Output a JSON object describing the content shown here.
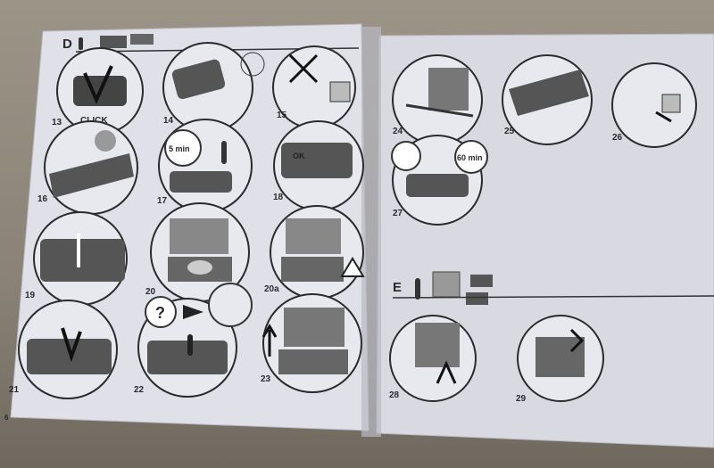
{
  "left_page": {
    "section": "D",
    "steps": [
      {
        "num": "13",
        "caption": "CLICK"
      },
      {
        "num": "14",
        "caption": ""
      },
      {
        "num": "15",
        "caption": ""
      },
      {
        "num": "16",
        "caption": ""
      },
      {
        "num": "17",
        "caption": "5 min"
      },
      {
        "num": "18",
        "caption": "OK"
      },
      {
        "num": "19",
        "caption": ""
      },
      {
        "num": "20",
        "caption": ""
      },
      {
        "num": "20a",
        "caption": ""
      },
      {
        "num": "21",
        "caption": ""
      },
      {
        "num": "22",
        "caption": "?"
      },
      {
        "num": "23",
        "caption": ""
      }
    ],
    "page_number": "6"
  },
  "right_page": {
    "steps_top": [
      {
        "num": "24",
        "caption": ""
      },
      {
        "num": "25",
        "caption": ""
      },
      {
        "num": "26",
        "caption": ""
      },
      {
        "num": "27",
        "caption": "60 min"
      }
    ],
    "section": "E",
    "steps_bottom": [
      {
        "num": "28",
        "caption": ""
      },
      {
        "num": "29",
        "caption": ""
      }
    ]
  },
  "colors": {
    "paper": "#dcdde6",
    "paper_shadow": "#c4c5cf",
    "ink": "#2b2b2b",
    "background": "#8f887c"
  }
}
